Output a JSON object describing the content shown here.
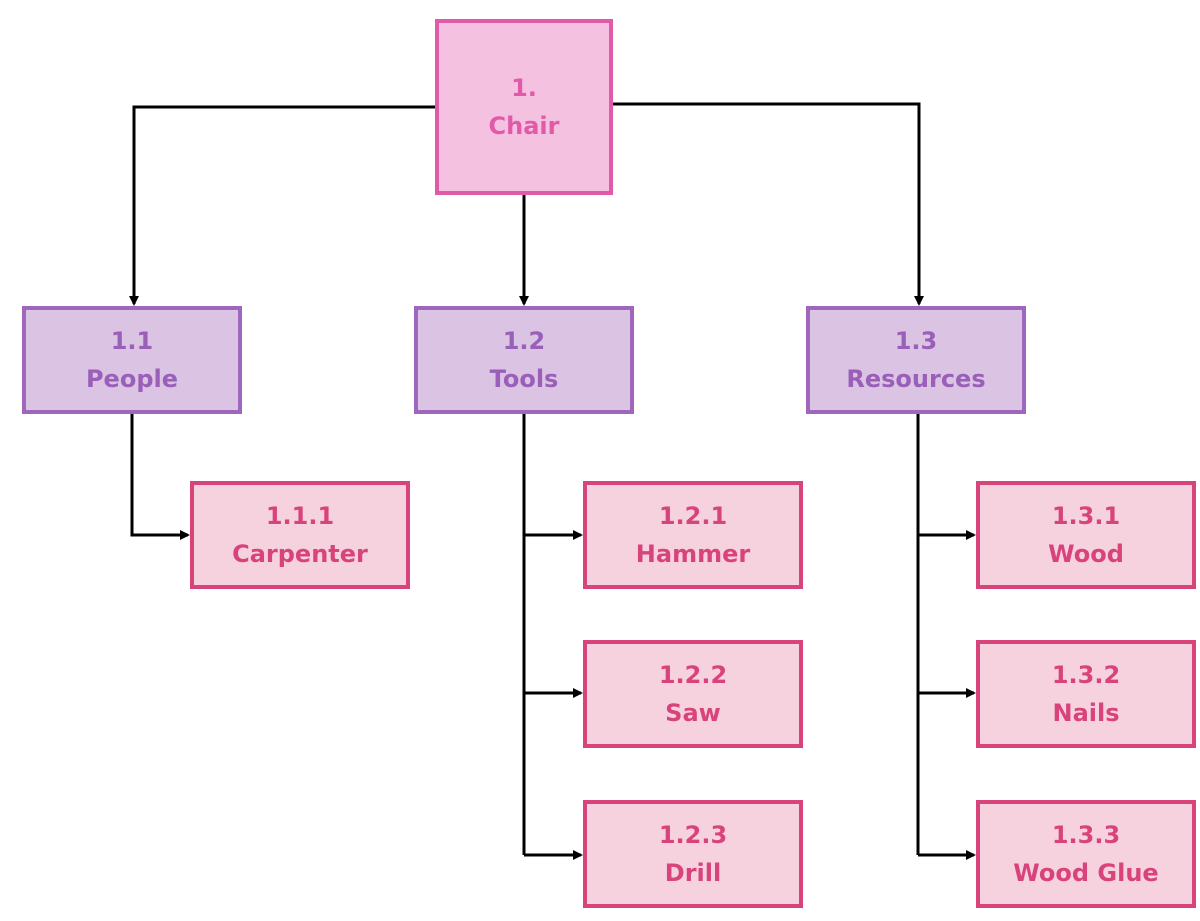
{
  "root": {
    "number": "1.",
    "label": "Chair"
  },
  "branches": [
    {
      "number": "1.1",
      "label": "People",
      "children": [
        {
          "number": "1.1.1",
          "label": "Carpenter"
        }
      ]
    },
    {
      "number": "1.2",
      "label": "Tools",
      "children": [
        {
          "number": "1.2.1",
          "label": "Hammer"
        },
        {
          "number": "1.2.2",
          "label": "Saw"
        },
        {
          "number": "1.2.3",
          "label": "Drill"
        }
      ]
    },
    {
      "number": "1.3",
      "label": "Resources",
      "children": [
        {
          "number": "1.3.1",
          "label": "Wood"
        },
        {
          "number": "1.3.2",
          "label": "Nails"
        },
        {
          "number": "1.3.3",
          "label": "Wood Glue"
        }
      ]
    }
  ],
  "colors": {
    "root_border": "#e05aa8",
    "root_fill": "#f5c1e1",
    "branch_border": "#a066bd",
    "branch_fill": "#dbc3e4",
    "leaf_border": "#d9437c",
    "leaf_fill": "#f6d2de",
    "connector": "#000000"
  }
}
